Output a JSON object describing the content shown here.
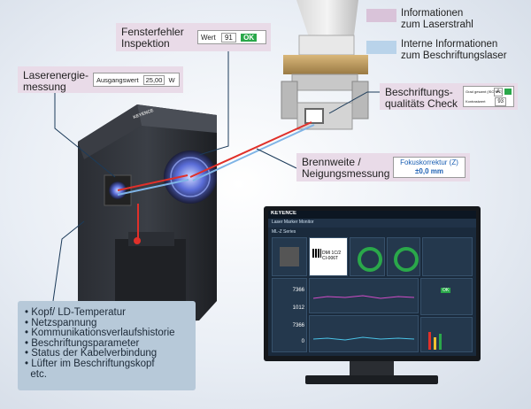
{
  "legend": {
    "items": [
      {
        "label": "Informationen\nzum Laserstrahl",
        "color": "#d9c3d9"
      },
      {
        "label": "Interne Informationen\nzum Beschriftungslaser",
        "color": "#b9d3ea"
      }
    ]
  },
  "callouts": {
    "window_error": {
      "title": "Fensterfehler\nInspektion",
      "field_label": "Wert",
      "field_value": "91",
      "status": "OK"
    },
    "laser_energy": {
      "title": "Laserenergie-\nmessung",
      "field_label": "Ausgangswert",
      "field_value": "25,00",
      "unit": "W"
    },
    "marking_quality": {
      "title": "Beschriftungs-\nqualitäts Check",
      "row1_label": "Grad gesamt (ISO/IEC)",
      "row1_value": "A",
      "row2_label": "Kontrastwert",
      "row2_value": "93"
    },
    "focal": {
      "title": "Brennweite /\nNeigungsmessung",
      "field_label": "Fokuskorrektur (Z)",
      "field_value": "±0,0 mm"
    }
  },
  "internal_info": {
    "items": [
      "Kopf/ LD-Temperatur",
      "Netzspannung",
      "Kommunikationsverlaufshistorie",
      "Beschriftungsparameter",
      "Status der Kabelverbindung",
      "Lüfter im Beschriftungskopf",
      "etc."
    ]
  },
  "device": {
    "brand": "KEYENCE"
  },
  "monitor": {
    "brand": "KEYENCE",
    "screen_title": "Laser Marker Monitor",
    "subtitle": "ML-Z Series",
    "code_text": "DMI 1C/2\nCI-006T",
    "values": [
      "7366",
      "1012",
      "7366",
      "0"
    ],
    "ok": "OK"
  },
  "colors": {
    "accent_pink": "#e9dbe8",
    "accent_blue": "#b9d3ea",
    "ok_green": "#2aa84a",
    "laser_red": "#e0302a",
    "laser_blue": "#7fb4e6"
  }
}
